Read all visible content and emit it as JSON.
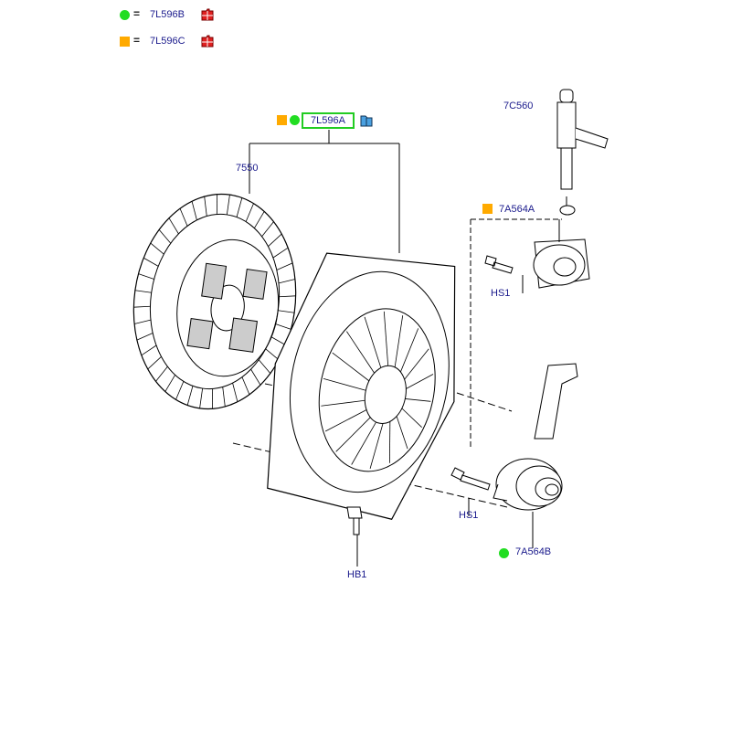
{
  "legend": [
    {
      "marker": "green-circle",
      "part": "7L596B",
      "color": "#22dd22"
    },
    {
      "marker": "orange-square",
      "part": "7L596C",
      "color": "#ffaa00"
    }
  ],
  "kit_label": "7L596A",
  "parts": {
    "clutch_disc": "7550",
    "slave_pipe": "7C560",
    "bearing_a": "7A564A",
    "bolt_upper": "HS1",
    "bolt_lower": "HS1",
    "bearing_b": "7A564B",
    "bolt_plate": "HB1"
  }
}
